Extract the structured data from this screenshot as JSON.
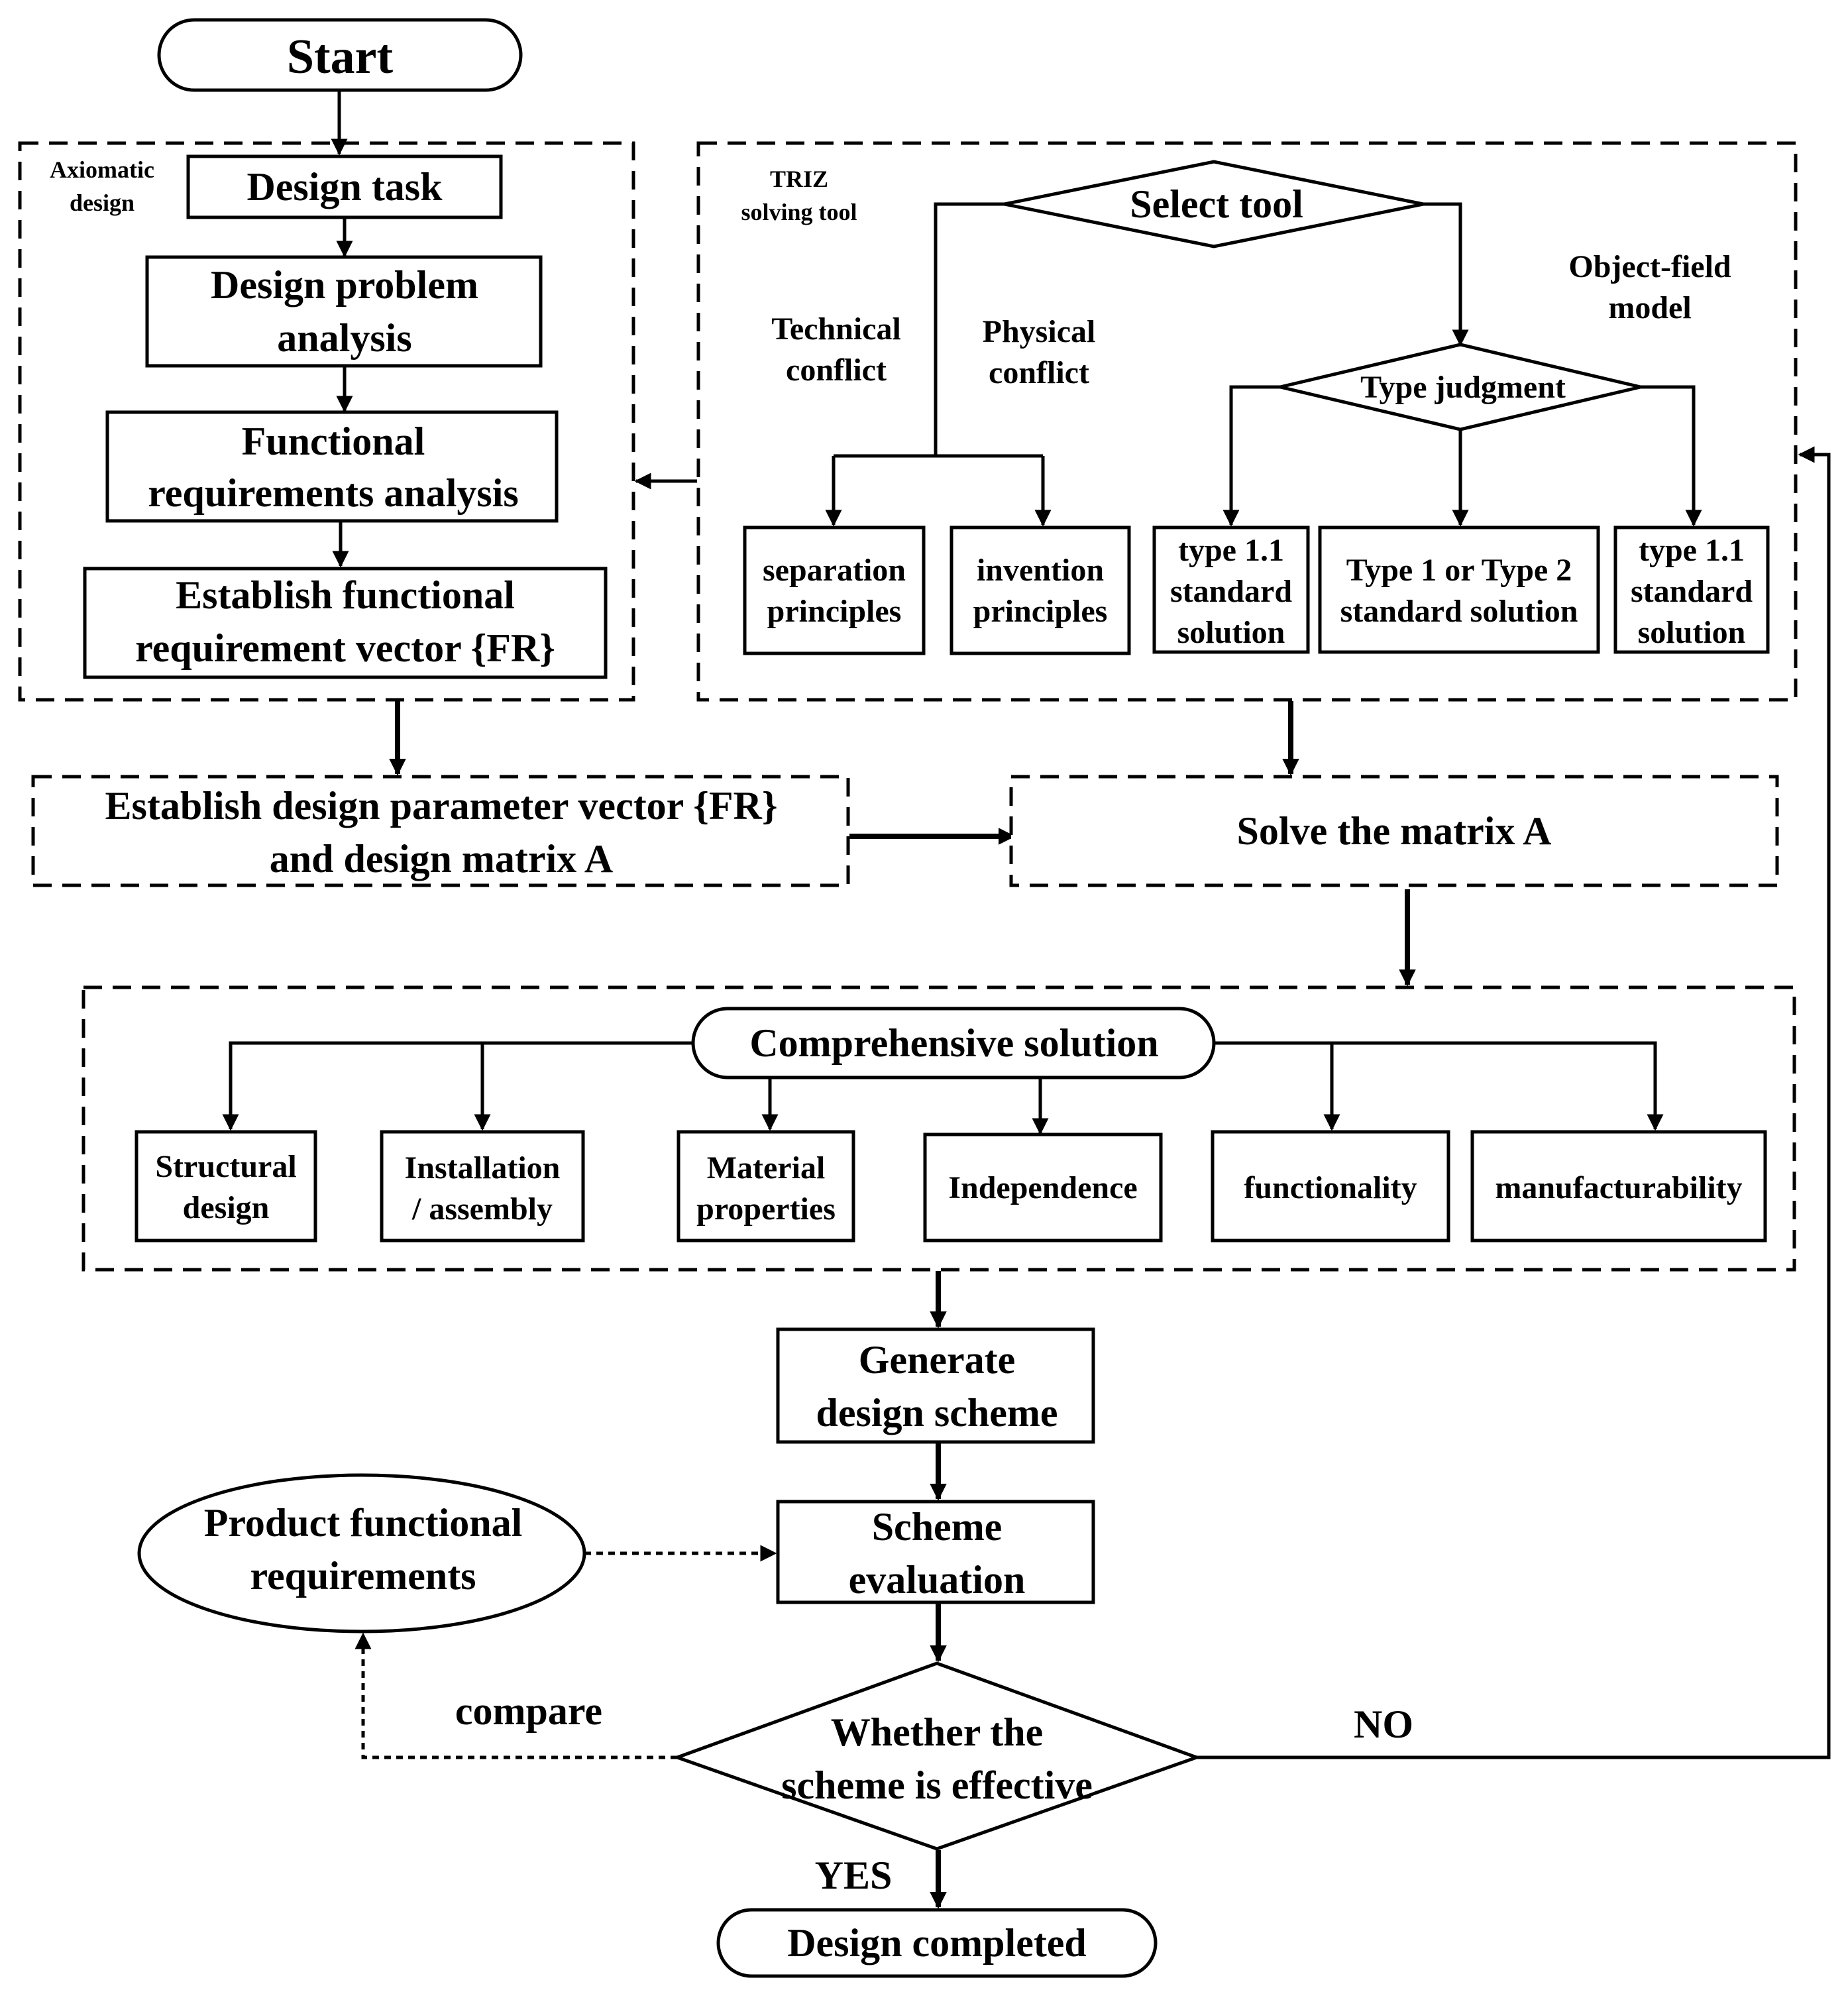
{
  "start": "Start",
  "axiomatic": {
    "label_line1": "Axiomatic",
    "label_line2": "design",
    "design_task": "Design task",
    "design_problem_line1": "Design problem",
    "design_problem_line2": "analysis",
    "functional_line1": "Functional",
    "functional_line2": "requirements analysis",
    "establish_fr_line1": "Establish functional",
    "establish_fr_line2": "requirement vector {FR}"
  },
  "triz": {
    "label_line1": "TRIZ",
    "label_line2": "solving tool",
    "select_tool": "Select tool",
    "technical_line1": "Technical",
    "technical_line2": "conflict",
    "physical_line1": "Physical",
    "physical_line2": "conflict",
    "object_field_line1": "Object-field",
    "object_field_line2": "model",
    "type_judgment": "Type judgment",
    "separation_line1": "separation",
    "separation_line2": "principles",
    "invention_line1": "invention",
    "invention_line2": "principles",
    "type11_left_line1": "type  1.1",
    "type11_left_line2": "standard",
    "type11_left_line3": "solution",
    "type12_line1": "Type 1 or Type 2",
    "type12_line2": "standard solution",
    "type11_right_line1": "type  1.1",
    "type11_right_line2": "standard",
    "type11_right_line3": "solution"
  },
  "establish_dp_line1": "Establish design parameter vector {FR}",
  "establish_dp_line2": "and design matrix A",
  "solve_matrix": "Solve the matrix A",
  "comprehensive": {
    "title": "Comprehensive solution",
    "structural_line1": "Structural",
    "structural_line2": "design",
    "installation_line1": "Installation",
    "installation_line2": "/ assembly",
    "material_line1": "Material",
    "material_line2": "properties",
    "independence": "Independence",
    "functionality": "functionality",
    "manufacturability": "manufacturability"
  },
  "generate_line1": "Generate",
  "generate_line2": "design scheme",
  "scheme_eval_line1": "Scheme",
  "scheme_eval_line2": "evaluation",
  "product_req_line1": "Product functional",
  "product_req_line2": "requirements",
  "compare": "compare",
  "whether_line1": "Whether the",
  "whether_line2": "scheme is effective",
  "no": "NO",
  "yes": "YES",
  "design_completed": "Design completed"
}
